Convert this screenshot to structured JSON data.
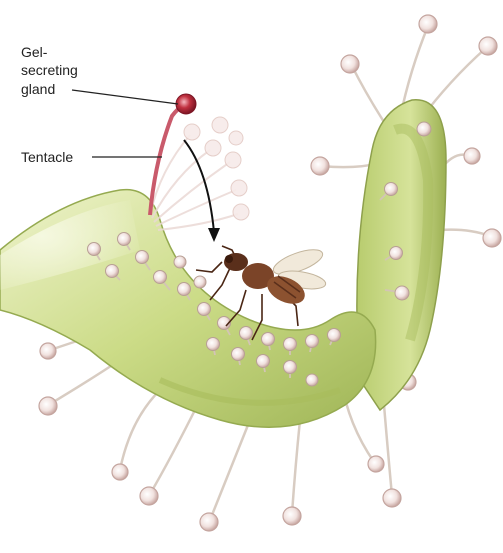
{
  "labels": {
    "gland_line1": "Gel-",
    "gland_line2": "secreting",
    "gland_line3": "gland",
    "tentacle": "Tentacle"
  },
  "colors": {
    "leaf_light": "#e4edb7",
    "leaf_mid": "#c2d37a",
    "leaf_dark": "#8fa54a",
    "gland_red": "#b5253a",
    "tentacle_red": "#c95a6b",
    "gland_pale": "#f3e4e2",
    "insect_brown": "#6b3a22",
    "arrow": "#111111"
  }
}
